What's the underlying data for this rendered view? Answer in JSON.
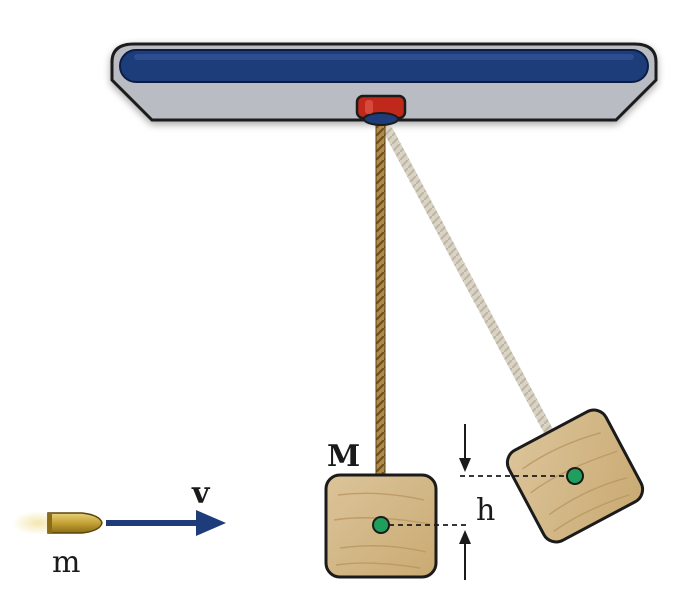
{
  "labels": {
    "block_mass": "M",
    "bullet_mass": "m",
    "velocity": "v",
    "height": "h"
  },
  "colors": {
    "beam_blue": "#1f3c7a",
    "beam_gray": "#b9bcc2",
    "pivot_red": "#c0281c",
    "rope": "#a07a3c",
    "wood": "#d4b886",
    "center_dot": "#1f9e5c",
    "bullet": "#c8a93a",
    "arrow": "#1f3c7a"
  }
}
